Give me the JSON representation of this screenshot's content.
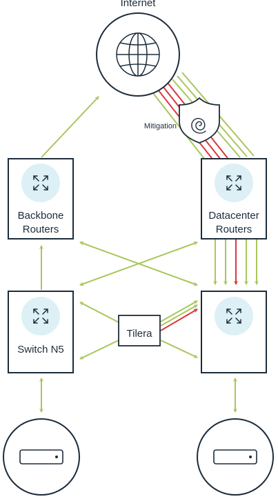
{
  "nodes": {
    "internet": {
      "label": "Internet",
      "icon": "globe-icon"
    },
    "mitigation": {
      "label": "Mitigation",
      "icon": "shield-spiral-icon"
    },
    "backbone_routers": {
      "line1": "Backbone",
      "line2": "Routers",
      "icon": "router-arrows-icon"
    },
    "datacenter_routers": {
      "line1": "Datacenter",
      "line2": "Routers",
      "icon": "router-arrows-icon"
    },
    "switch_n5": {
      "label": "Switch N5",
      "icon": "router-arrows-icon"
    },
    "tilera": {
      "label": "Tilera"
    },
    "datacenter_switch": {
      "label": "",
      "icon": "router-arrows-icon"
    },
    "server_left": {
      "icon": "server-icon"
    },
    "server_right": {
      "icon": "server-icon"
    }
  },
  "colors": {
    "link": "#a8c65a",
    "attack": "#d9363e",
    "outline": "#1c2b3a",
    "icon_fill": "#dcf0f6"
  }
}
